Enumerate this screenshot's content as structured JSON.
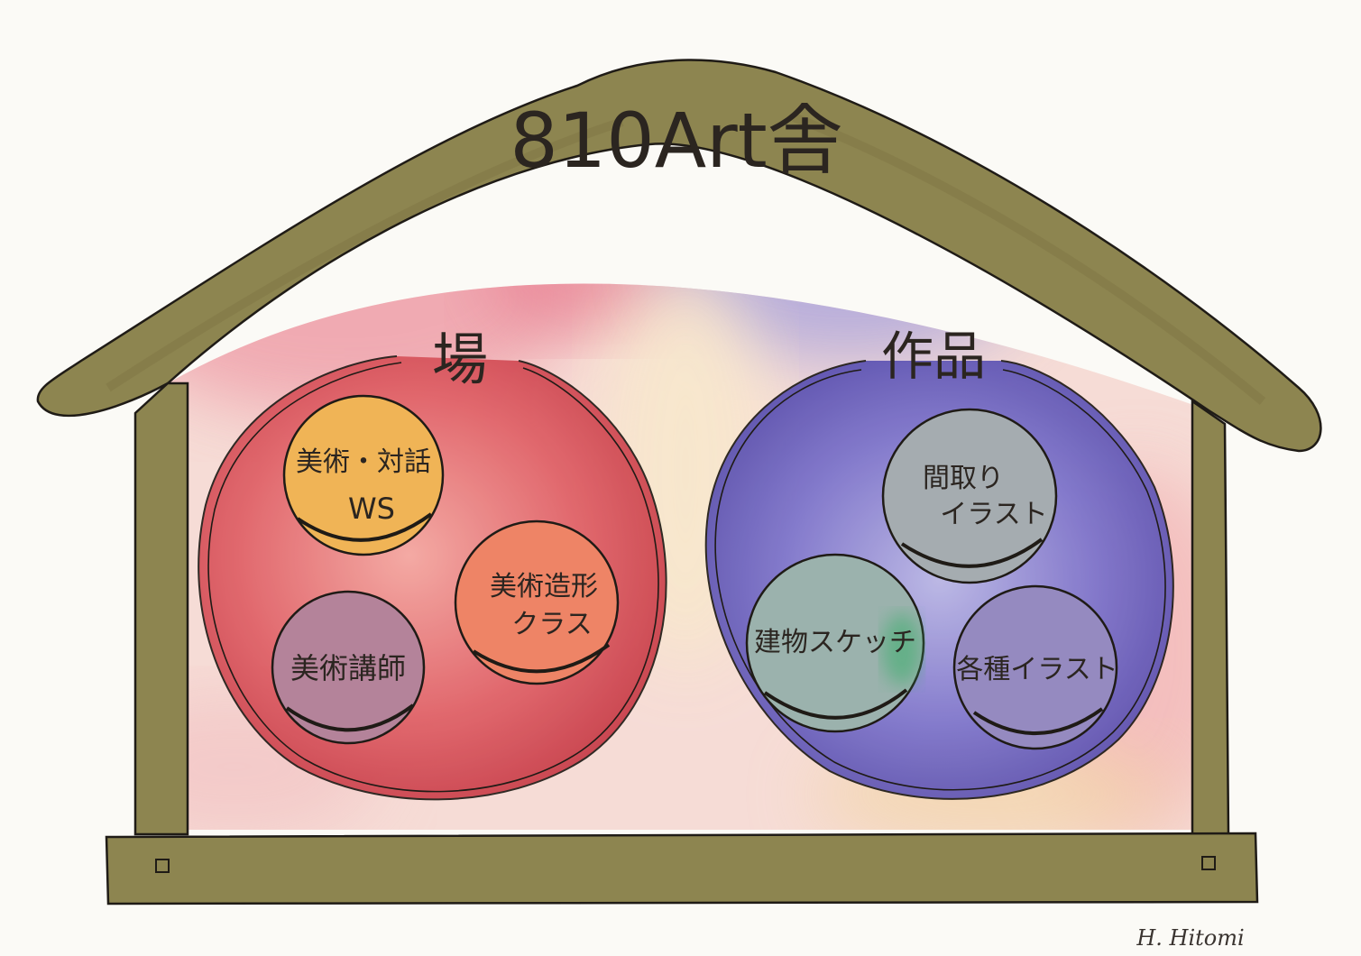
{
  "title": "810Art舎",
  "groups": [
    {
      "label": "場",
      "color": "#d8525a",
      "items": [
        {
          "lines": [
            "美術・対話",
            "WS"
          ],
          "color": "#f2b25a"
        },
        {
          "lines": [
            "美術造形",
            "クラス"
          ],
          "color": "#ee8a6a"
        },
        {
          "lines": [
            "美術講師"
          ],
          "color": "#b9889a"
        }
      ]
    },
    {
      "label": "作品",
      "color": "#6a62bf",
      "items": [
        {
          "lines": [
            "間取り",
            "イラスト"
          ],
          "color": "#a8aeb2"
        },
        {
          "lines": [
            "建物スケッチ"
          ],
          "color": "#9fb4ae"
        },
        {
          "lines": [
            "各種イラスト"
          ],
          "color": "#9a8ec2"
        }
      ]
    }
  ],
  "signature": "H. Hitomi"
}
